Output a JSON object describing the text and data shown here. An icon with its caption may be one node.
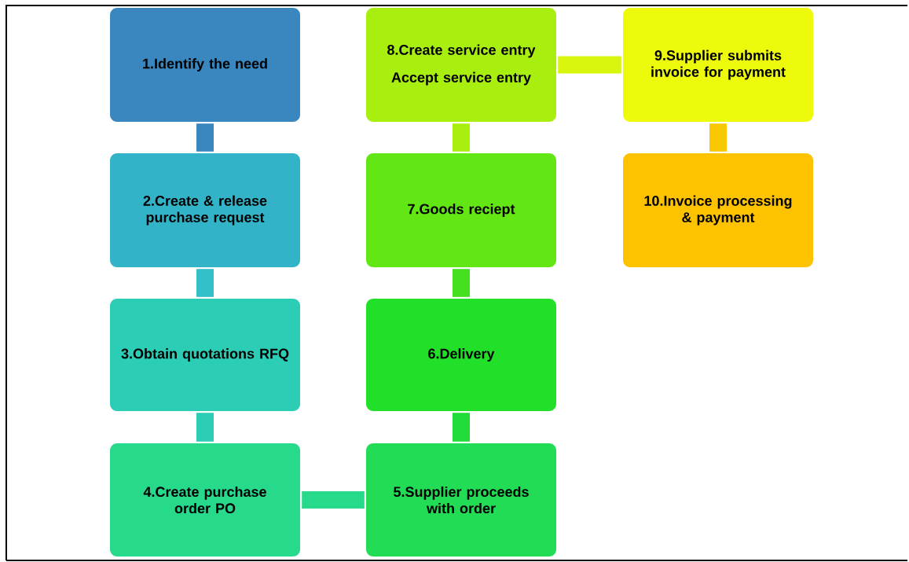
{
  "diagram": {
    "nodes": [
      {
        "text": [
          "1.Identify the need"
        ]
      },
      {
        "text": [
          "2.Create & release purchase request"
        ]
      },
      {
        "text": [
          "3.Obtain quotations RFQ"
        ]
      },
      {
        "text": [
          "4.Create purchase order PO"
        ]
      },
      {
        "text": [
          "5.Supplier proceeds with order"
        ]
      },
      {
        "text": [
          "6.Delivery"
        ]
      },
      {
        "text": [
          "7.Goods reciept"
        ]
      },
      {
        "text": [
          "8.Create service entry",
          "Accept service entry"
        ]
      },
      {
        "text": [
          "9.Supplier submits invoice for payment"
        ]
      },
      {
        "text": [
          "10.Invoice processing & payment"
        ]
      }
    ],
    "edges": [
      {
        "from": 0,
        "to": 1,
        "arrow": "none",
        "color": "#3a87c0"
      },
      {
        "from": 1,
        "to": 2,
        "arrow": "none",
        "color": "#33bfc8"
      },
      {
        "from": 2,
        "to": 3,
        "arrow": "none",
        "color": "#2ccdb5"
      },
      {
        "from": 3,
        "to": 4,
        "arrow": "none",
        "color": "#27d98a"
      },
      {
        "from": 4,
        "to": 5,
        "arrow": "none",
        "color": "#22dc3a"
      },
      {
        "from": 5,
        "to": 6,
        "arrow": "none",
        "color": "#44e020"
      },
      {
        "from": 6,
        "to": 7,
        "arrow": "none",
        "color": "#a8ef10"
      },
      {
        "from": 7,
        "to": 8,
        "arrow": "none",
        "color": "#d8f50d"
      },
      {
        "from": 8,
        "to": 9,
        "arrow": "none",
        "color": "#f8c800"
      }
    ]
  }
}
